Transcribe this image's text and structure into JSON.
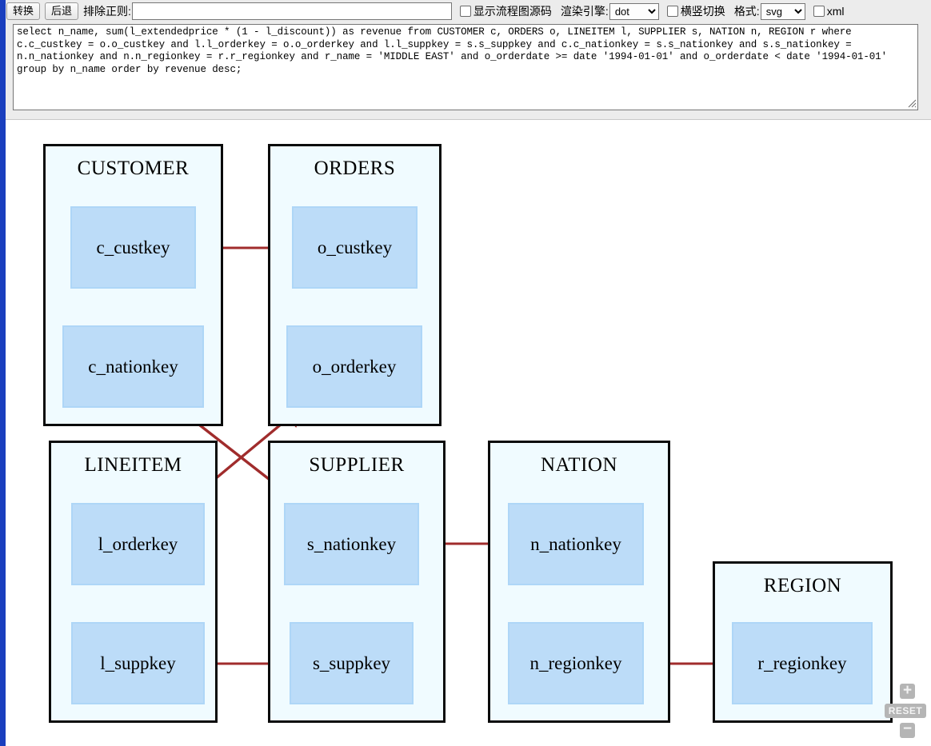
{
  "toolbar": {
    "convert_button": "转换",
    "back_button": "后退",
    "exclude_regex_label": "排除正则:",
    "exclude_regex_value": "",
    "show_source_label": "显示流程图源码",
    "show_source_checked": false,
    "engine_label": "渲染引擎:",
    "engine_value": "dot",
    "engine_options": [
      "dot"
    ],
    "orientation_label": "横竖切换",
    "orientation_checked": false,
    "format_label": "格式:",
    "format_value": "svg",
    "format_options": [
      "svg"
    ],
    "xml_label": "xml",
    "xml_checked": false
  },
  "editor": {
    "sql": "select n_name, sum(l_extendedprice * (1 - l_discount)) as revenue from CUSTOMER c, ORDERS o, LINEITEM l, SUPPLIER s, NATION n, REGION r where c.c_custkey = o.o_custkey and l.l_orderkey = o.o_orderkey and l.l_suppkey = s.s_suppkey and c.c_nationkey = s.s_nationkey and s.s_nationkey = n.n_nationkey and n.n_regionkey = r.r_regionkey and r_name = 'MIDDLE EAST' and o_orderdate >= date '1994-01-01' and o_orderdate < date '1994-01-01' group by n_name order by revenue desc;"
  },
  "diagram": {
    "accent_color": "#a02c2c",
    "box_fill": "#f0fbff",
    "box_border": "#0a0a0a",
    "field_fill": "#bcdcf8",
    "field_border": "#aed6f7",
    "tables": [
      {
        "name": "CUSTOMER",
        "fields": [
          {
            "name": "c_custkey"
          },
          {
            "name": "c_nationkey"
          }
        ]
      },
      {
        "name": "ORDERS",
        "fields": [
          {
            "name": "o_custkey"
          },
          {
            "name": "o_orderkey"
          }
        ]
      },
      {
        "name": "LINEITEM",
        "fields": [
          {
            "name": "l_orderkey"
          },
          {
            "name": "l_suppkey"
          }
        ]
      },
      {
        "name": "SUPPLIER",
        "fields": [
          {
            "name": "s_nationkey"
          },
          {
            "name": "s_suppkey"
          }
        ]
      },
      {
        "name": "NATION",
        "fields": [
          {
            "name": "n_nationkey"
          },
          {
            "name": "n_regionkey"
          }
        ]
      },
      {
        "name": "REGION",
        "fields": [
          {
            "name": "r_regionkey"
          }
        ]
      }
    ],
    "edges": [
      {
        "from": "c_custkey",
        "to": "o_custkey"
      },
      {
        "from": "l_orderkey",
        "to": "o_orderkey"
      },
      {
        "from": "c_nationkey",
        "to": "s_nationkey"
      },
      {
        "from": "l_suppkey",
        "to": "s_suppkey"
      },
      {
        "from": "s_nationkey",
        "to": "n_nationkey"
      },
      {
        "from": "n_regionkey",
        "to": "r_regionkey"
      }
    ]
  },
  "zoom_controls": {
    "zoom_in": "+",
    "reset": "RESET",
    "zoom_out": "−"
  }
}
